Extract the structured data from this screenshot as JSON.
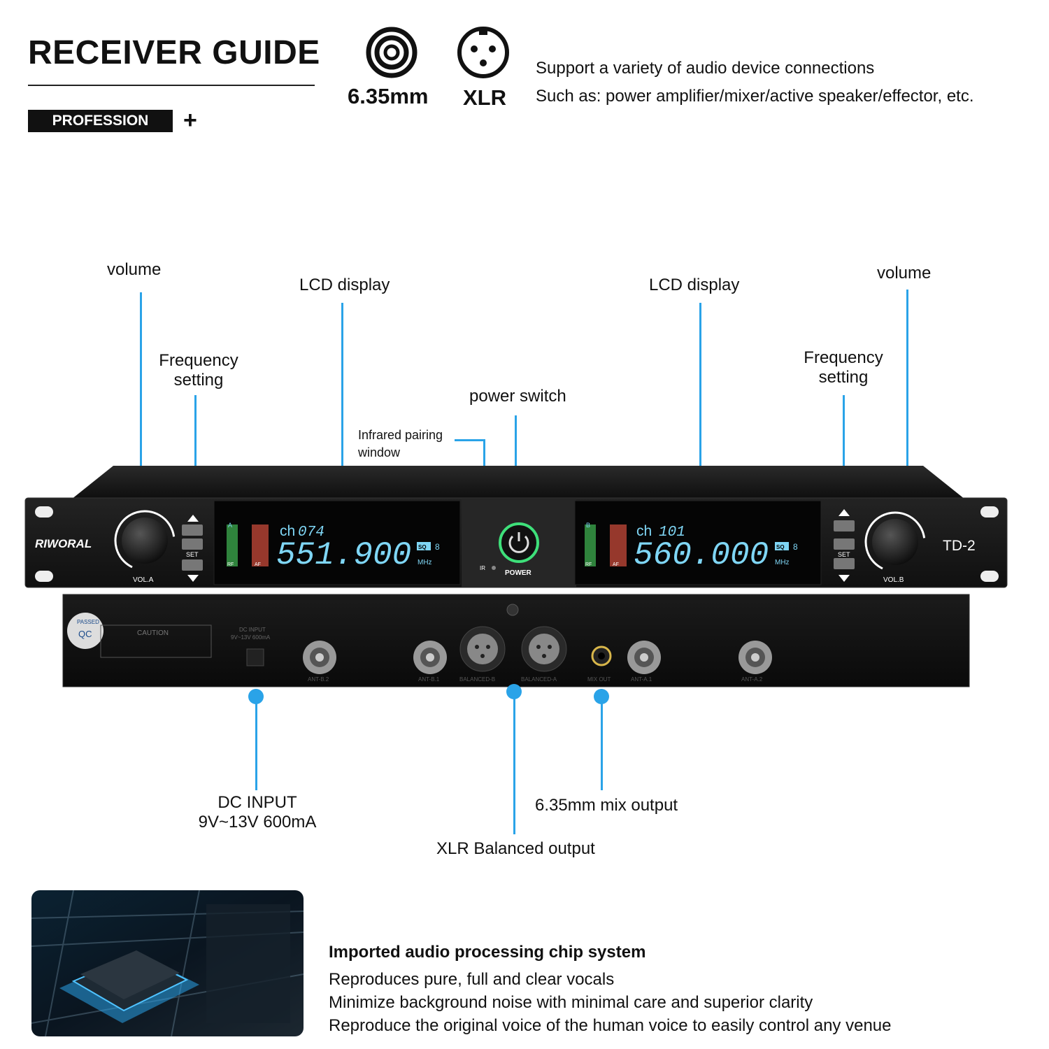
{
  "header": {
    "title": "RECEIVER GUIDE",
    "badge": "PROFESSION",
    "plus": "+"
  },
  "connectors": {
    "jack_label": "6.35mm",
    "xlr_label": "XLR",
    "support_line1": "Support a variety of audio device connections",
    "support_line2": "Such as: power amplifier/mixer/active speaker/effector, etc."
  },
  "callouts": {
    "volume_left": "volume",
    "freq_left_1": "Frequency",
    "freq_left_2": "setting",
    "lcd_left": "LCD display",
    "infrared_1": "Infrared pairing",
    "infrared_2": "window",
    "power_switch": "power switch",
    "lcd_right": "LCD display",
    "freq_right_1": "Frequency",
    "freq_right_2": "setting",
    "volume_right": "volume",
    "dc_input_1": "DC INPUT",
    "dc_input_2": "9V~13V 600mA",
    "xlr_out": "XLR Balanced output",
    "mix_out": "6.35mm mix output"
  },
  "device": {
    "brand": "RIWORAL",
    "model": "TD-2",
    "vol_a": "VOL.A",
    "vol_b": "VOL.B",
    "set": "SET",
    "power": "POWER",
    "ir": "IR",
    "ch_a_prefix": "ch",
    "ch_a_num": "074",
    "freq_a": "551.900",
    "ch_b_prefix": "ch",
    "ch_b_num": "101",
    "freq_b": "560.000",
    "mhz": "MHz",
    "sq": "SQ",
    "sq_val": "8",
    "rf": "RF",
    "af": "AF",
    "tag_a": "A",
    "tag_b": "B",
    "rear_dc": "DC INPUT",
    "rear_dc_spec": "9V~13V 600mA",
    "caution": "CAUTION",
    "qc": "QC",
    "passed": "PASSED",
    "ant_b2": "ANT-B.2",
    "ant_b1": "ANT-B.1",
    "bal_b": "BALANCED-B",
    "bal_a": "BALANCED-A",
    "mix": "MIX OUT",
    "ant_a1": "ANT-A.1",
    "ant_a2": "ANT-A.2",
    "accent": "#2aa3e8",
    "lcd_color": "#7fd6f5",
    "power_ring": "#3ee07a"
  },
  "chip": {
    "title": "Imported audio processing chip system",
    "line1": "Reproduces pure, full and clear vocals",
    "line2": "Minimize background noise with minimal care and superior clarity",
    "line3": "Reproduce the original voice of the human voice to easily control any venue"
  }
}
